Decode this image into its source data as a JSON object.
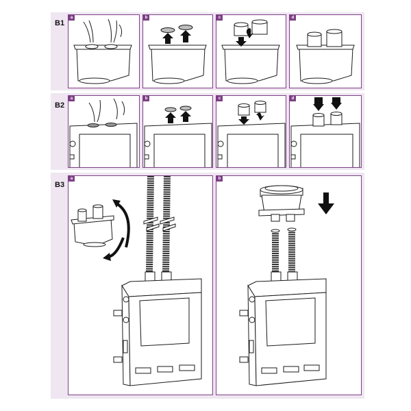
{
  "colors": {
    "band": "#efe6f1",
    "panel_border": "#7d3f86",
    "line": "#1a1a1a",
    "hose": "#333333",
    "arrow": "#111111"
  },
  "rows": [
    {
      "id": "B1",
      "label": "B1",
      "steps": [
        "a",
        "b",
        "c",
        "d"
      ]
    },
    {
      "id": "B2",
      "label": "B2",
      "steps": [
        "a",
        "b",
        "c",
        "d"
      ]
    },
    {
      "id": "B3",
      "label": "B3",
      "steps": [
        "a",
        "b"
      ]
    }
  ]
}
